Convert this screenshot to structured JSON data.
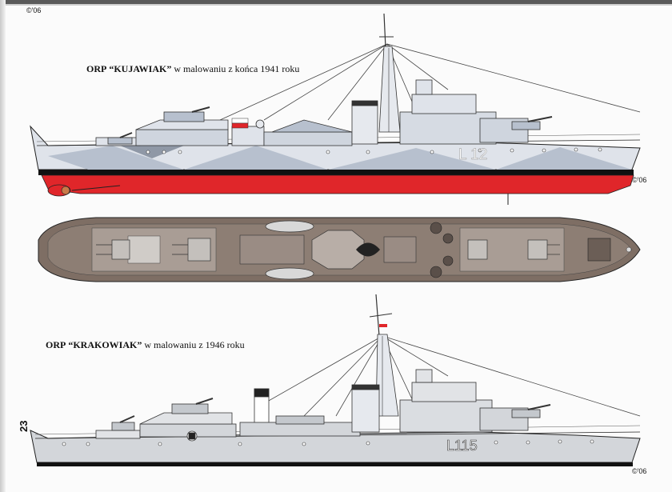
{
  "copyright_mark": "©'06",
  "page_number": "23",
  "ship1": {
    "prefix": "ORP",
    "name": "“KUJAWIAK”",
    "caption_rest": "w malowaniu  z końca 1941 roku",
    "pennant": "L 12"
  },
  "ship2": {
    "prefix": "ORP",
    "name": "“KRAKOWIAK”",
    "caption_rest": "w malowaniu z 1946 roku",
    "pennant": "L115"
  },
  "colors": {
    "hull_light": "#dfe3ea",
    "camo_blue": "#b7c0ce",
    "camo_dark": "#8f98a6",
    "boot_black": "#111111",
    "antifouling_red": "#e0262a",
    "deck_brown": "#7e6e64",
    "deck_light": "#a99d95",
    "hull_grey_1946": "#d3d6da"
  }
}
